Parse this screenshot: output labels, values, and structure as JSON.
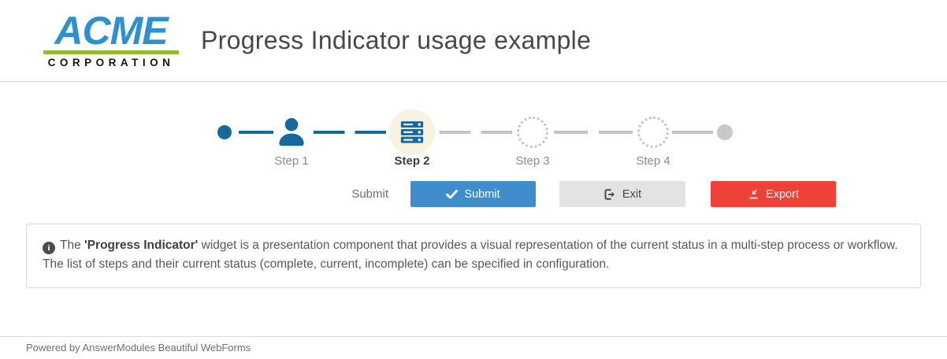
{
  "header": {
    "logo_text": "ACME",
    "logo_subtext": "CORPORATION",
    "title": "Progress Indicator usage example",
    "logo_colors": {
      "text": "#2e90d1",
      "bar": "#96b933",
      "subtext": "#151515"
    }
  },
  "progress": {
    "steps": [
      {
        "label": "Step 1",
        "status": "complete",
        "icon": "user-icon"
      },
      {
        "label": "Step 2",
        "status": "current",
        "icon": "server-icon"
      },
      {
        "label": "Step 3",
        "status": "incomplete",
        "icon": "dotted-circle-icon"
      },
      {
        "label": "Step 4",
        "status": "incomplete",
        "icon": "dotted-circle-icon"
      }
    ],
    "colors": {
      "complete": "#17689c",
      "incomplete": "#c6c6c6",
      "current_halo": "#f8f3e0"
    }
  },
  "form": {
    "field_label": "Submit",
    "buttons": [
      {
        "label": "Submit",
        "icon": "check-icon",
        "color": "#3f8dca"
      },
      {
        "label": "Exit",
        "icon": "sign-out-icon",
        "color": "#e3e3e3"
      },
      {
        "label": "Export",
        "icon": "export-icon",
        "color": "#ee4237"
      }
    ]
  },
  "info_box": {
    "icon": "info-icon",
    "text_prefix": "The ",
    "text_highlight": "'Progress Indicator'",
    "text_body": " widget is a presentation component that provides a visual representation of the current status in a multi-step process or workflow. The list of steps and their current status (complete, current, incomplete) can be specified in configuration."
  },
  "footer": {
    "text": "Powered by AnswerModules Beautiful WebForms"
  }
}
